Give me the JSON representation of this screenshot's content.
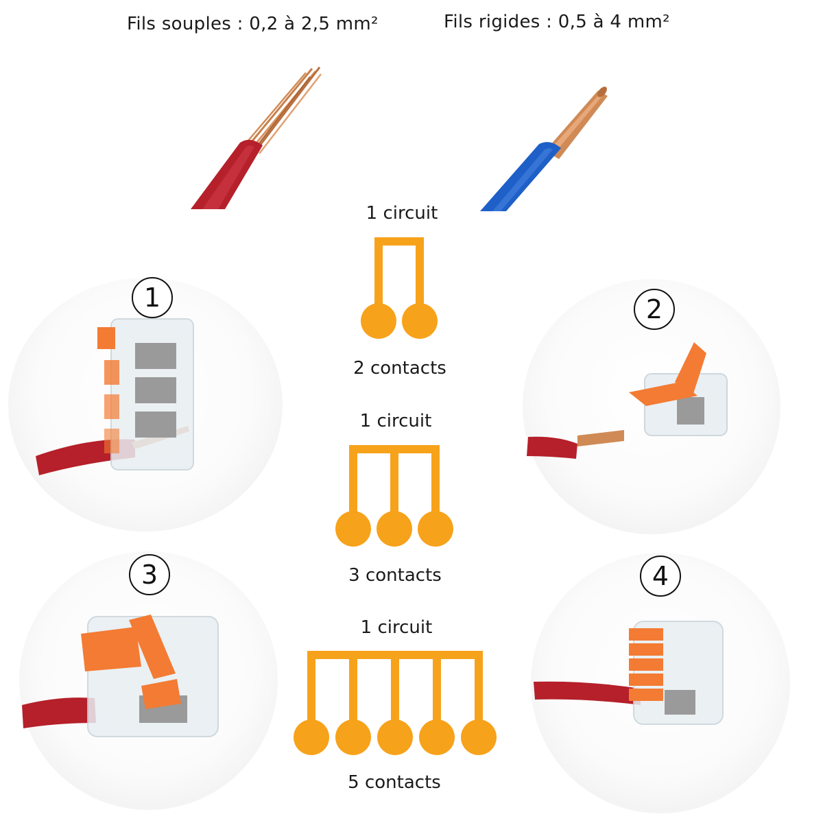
{
  "wires": {
    "flexible_label": "Fils souples : 0,2 à 2,5 mm²",
    "rigid_label": "Fils rigides : 0,5 à 4 mm²"
  },
  "steps": [
    {
      "number": "1"
    },
    {
      "number": "2"
    },
    {
      "number": "3"
    },
    {
      "number": "4"
    }
  ],
  "diagrams": [
    {
      "circuit_label": "1 circuit",
      "contacts_label": "2 contacts",
      "contacts": 2
    },
    {
      "circuit_label": "1 circuit",
      "contacts_label": "3 contacts",
      "contacts": 3
    },
    {
      "circuit_label": "1 circuit",
      "contacts_label": "5 contacts",
      "contacts": 5
    }
  ],
  "colors": {
    "diagram_orange": "#F7A21B",
    "lever_orange": "#F37B33",
    "wire_red": "#B5202A",
    "wire_blue": "#1E5FC8",
    "copper": "#D08A55"
  }
}
